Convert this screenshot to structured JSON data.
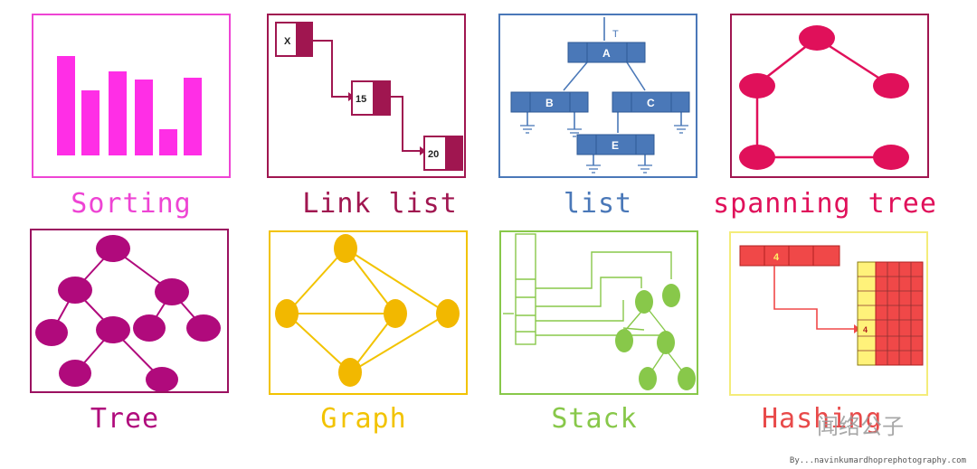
{
  "tiles": {
    "sorting": {
      "caption": "Sorting",
      "color": "#ee44d4"
    },
    "linklist": {
      "caption": "Link list",
      "color": "#a01650",
      "nodes": [
        "X",
        "15",
        "20"
      ]
    },
    "list": {
      "caption": "list",
      "color": "#4a78b8",
      "nodes": [
        "A",
        "B",
        "C",
        "E"
      ],
      "top_label": "T"
    },
    "spanning": {
      "caption": "spanning tree",
      "color": "#e0105a"
    },
    "tree": {
      "caption": "Tree",
      "color": "#b00a7c"
    },
    "graph": {
      "caption": "Graph",
      "color": "#f2c300"
    },
    "stack": {
      "caption": "Stack",
      "color": "#88c84a"
    },
    "hashing": {
      "caption": "Hashing",
      "color": "#e84a4a",
      "cell_value": "4",
      "table_value": "4"
    }
  },
  "watermark": "闻络公子",
  "credit": "By...navinkumardhoprephotography.com"
}
